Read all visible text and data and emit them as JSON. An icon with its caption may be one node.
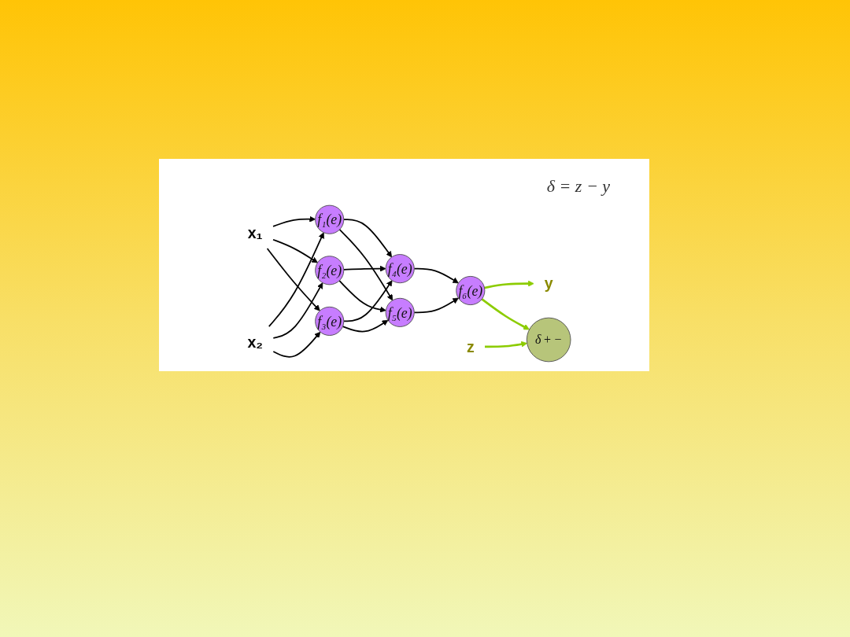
{
  "diagram": {
    "nodes": [
      {
        "text": [
          "x₁"
        ]
      },
      {
        "text": [
          "x₂"
        ]
      },
      {
        "text": [
          "f₁(e)"
        ]
      },
      {
        "text": [
          "f₂(e)"
        ]
      },
      {
        "text": [
          "f₃(e)"
        ]
      },
      {
        "text": [
          "f₄(e)"
        ]
      },
      {
        "text": [
          "f₅(e)"
        ]
      },
      {
        "text": [
          "f₆(e)"
        ]
      },
      {
        "text": [
          "z"
        ]
      },
      {
        "text": [
          "δ",
          "+",
          "−"
        ]
      },
      {
        "text": [
          "y"
        ]
      }
    ],
    "edges": [
      {
        "from": 0,
        "to": 2,
        "arrow": "to"
      },
      {
        "from": 0,
        "to": 3,
        "arrow": "to"
      },
      {
        "from": 0,
        "to": 4,
        "arrow": "to"
      },
      {
        "from": 1,
        "to": 2,
        "arrow": "to"
      },
      {
        "from": 1,
        "to": 3,
        "arrow": "to"
      },
      {
        "from": 1,
        "to": 4,
        "arrow": "to"
      },
      {
        "from": 2,
        "to": 5,
        "arrow": "to"
      },
      {
        "from": 2,
        "to": 6,
        "arrow": "to"
      },
      {
        "from": 3,
        "to": 5,
        "arrow": "to"
      },
      {
        "from": 3,
        "to": 6,
        "arrow": "to"
      },
      {
        "from": 4,
        "to": 5,
        "arrow": "to"
      },
      {
        "from": 4,
        "to": 6,
        "arrow": "to"
      },
      {
        "from": 5,
        "to": 7,
        "arrow": "to"
      },
      {
        "from": 6,
        "to": 7,
        "arrow": "to"
      },
      {
        "from": 8,
        "to": 9,
        "arrow": "to",
        "color": "#8ccc00"
      },
      {
        "from": 7,
        "to": 10,
        "arrow": "to",
        "color": "#8ccc00"
      },
      {
        "from": 7,
        "to": 9,
        "arrow": "to",
        "color": "#8ccc00"
      }
    ],
    "labels": [
      "δ = z − y"
    ]
  }
}
